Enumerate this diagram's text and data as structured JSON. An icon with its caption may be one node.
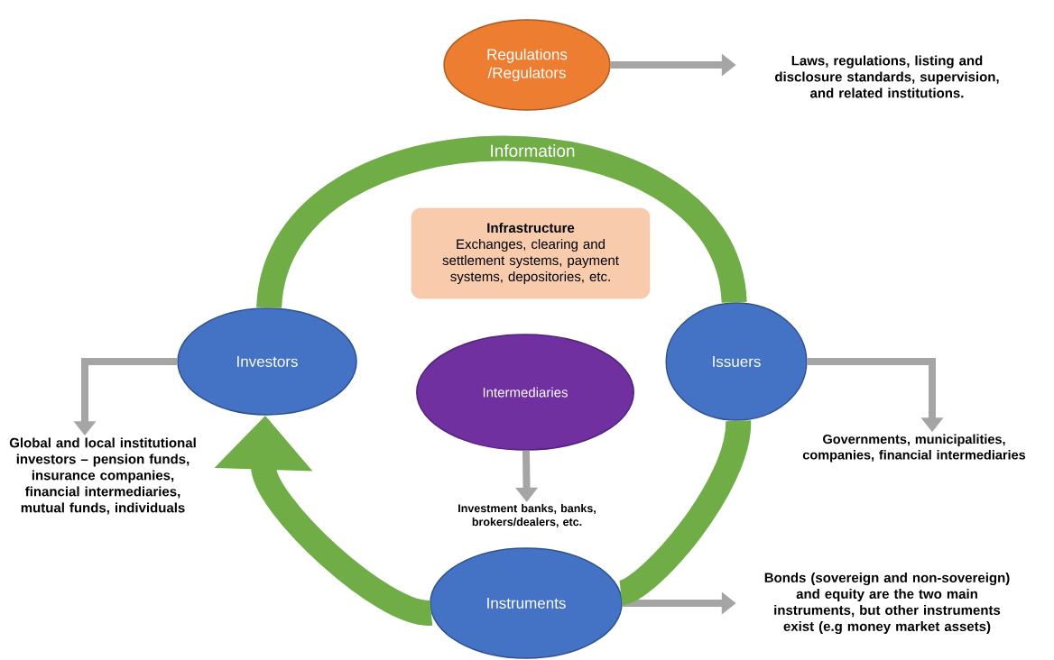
{
  "diagram": {
    "nodes": [
      {
        "text": [
          "Regulations /Regulators"
        ]
      },
      {
        "text": [
          "Laws, regulations, listing and disclosure standards, supervision, and related institutions."
        ]
      },
      {
        "text": [
          "Infrastructure",
          "Exchanges, clearing and settlement systems, payment systems, depositories, etc."
        ]
      },
      {
        "text": [
          "Investors"
        ]
      },
      {
        "text": [
          "Global and local institutional investors – pension funds, insurance companies, financial intermediaries, mutual funds, individuals"
        ]
      },
      {
        "text": [
          "Issuers"
        ]
      },
      {
        "text": [
          "Governments, municipalities, companies, financial intermediaries"
        ]
      },
      {
        "text": [
          "Intermediaries"
        ]
      },
      {
        "text": [
          "Investment banks, banks, brokers/dealers, etc."
        ]
      },
      {
        "text": [
          "Instruments"
        ]
      },
      {
        "text": [
          "Bonds (sovereign and non-sovereign) and equity are the two main instruments, but other instruments exist (e.g money market assets)"
        ]
      }
    ],
    "edges": [
      {
        "from": 0,
        "to": 1,
        "arrow": "to"
      },
      {
        "from": 3,
        "to": 4,
        "arrow": "to"
      },
      {
        "from": 5,
        "to": 6,
        "arrow": "to"
      },
      {
        "from": 7,
        "to": 8,
        "arrow": "to"
      },
      {
        "from": 9,
        "to": 10,
        "arrow": "to"
      },
      {
        "from": 3,
        "to": 5,
        "arrow": "none",
        "style": "thick",
        "color": "#70ad47"
      },
      {
        "from": 5,
        "to": 9,
        "arrow": "none",
        "style": "thick",
        "color": "#70ad47"
      },
      {
        "from": 9,
        "to": 3,
        "arrow": "to",
        "style": "thick",
        "color": "#70ad47"
      }
    ],
    "labels": [
      "Information"
    ]
  }
}
